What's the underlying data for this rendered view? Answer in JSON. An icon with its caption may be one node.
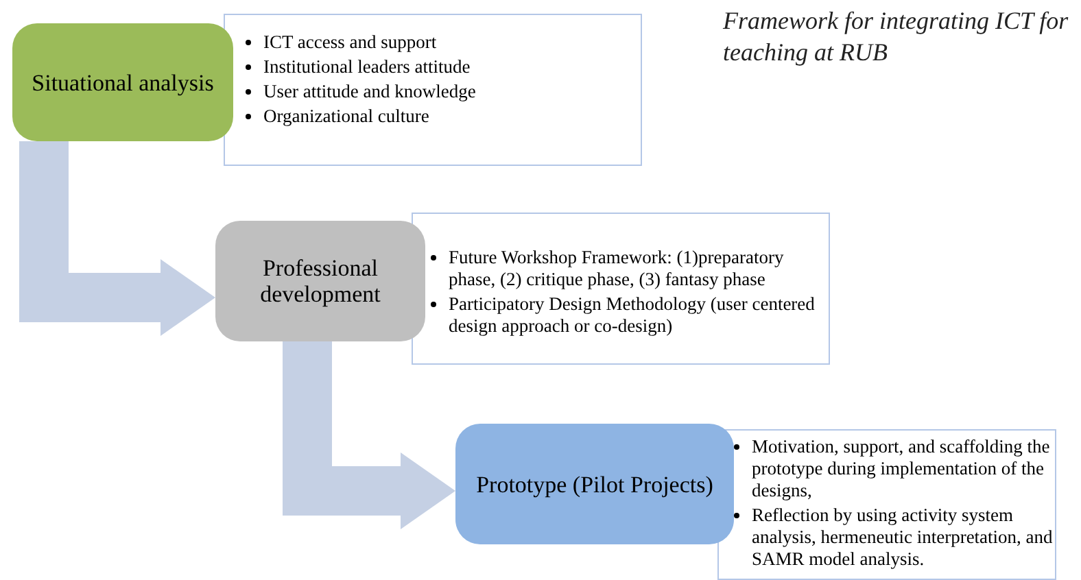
{
  "diagram": {
    "title": "Framework for integrating ICT for teaching at RUB",
    "nodes": [
      {
        "text": [
          "Situational analysis"
        ]
      },
      {
        "text": [
          "ICT access and support",
          "Institutional leaders attitude",
          "User attitude and knowledge",
          "Organizational culture"
        ]
      },
      {
        "text": [
          "Professional development"
        ]
      },
      {
        "text": [
          "Future Workshop Framework: (1)preparatory phase, (2) critique phase, (3) fantasy phase",
          "Participatory Design Methodology (user centered design approach or co-design)"
        ]
      },
      {
        "text": [
          "Prototype (Pilot Projects)"
        ]
      },
      {
        "text": [
          "Motivation, support, and scaffolding the prototype during implementation of the designs,",
          "Reflection by using activity system analysis, hermeneutic interpretation, and SAMR model analysis."
        ]
      }
    ],
    "edges": [
      {
        "from": 0,
        "to": 2,
        "arrow": "to"
      },
      {
        "from": 2,
        "to": 4,
        "arrow": "to"
      }
    ]
  }
}
